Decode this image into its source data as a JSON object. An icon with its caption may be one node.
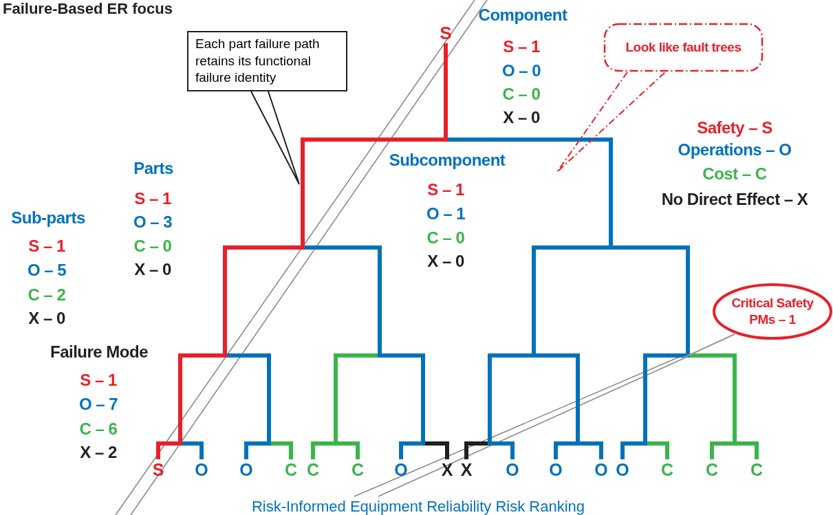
{
  "diagram": {
    "title": "Failure-Based ER focus",
    "caption": "Risk-Informed Equipment Reliability Risk Ranking",
    "nodes": [
      {
        "text": [
          "S"
        ]
      },
      {
        "text": [
          "Each part failure path retains its functional failure identity"
        ]
      },
      {
        "text": [
          "Look like fault trees"
        ]
      },
      {
        "text": [
          "Critical Safety PMs – 1"
        ]
      },
      {
        "text": [
          "S"
        ]
      },
      {
        "text": [
          "O"
        ]
      },
      {
        "text": [
          "O"
        ]
      },
      {
        "text": [
          "C"
        ]
      },
      {
        "text": [
          "C"
        ]
      },
      {
        "text": [
          "C"
        ]
      },
      {
        "text": [
          "O"
        ]
      },
      {
        "text": [
          "X"
        ]
      },
      {
        "text": [
          "X"
        ]
      },
      {
        "text": [
          "O"
        ]
      },
      {
        "text": [
          "O"
        ]
      },
      {
        "text": [
          "O"
        ]
      },
      {
        "text": [
          "O"
        ]
      },
      {
        "text": [
          "C"
        ]
      },
      {
        "text": [
          "C"
        ]
      },
      {
        "text": [
          "C"
        ]
      }
    ],
    "edges": [
      {
        "from": 0,
        "to": 4,
        "arrow": "none",
        "color": "#e8202a"
      },
      {
        "from": 0,
        "to": 5,
        "arrow": "none"
      },
      {
        "from": 0,
        "to": 6,
        "arrow": "none"
      },
      {
        "from": 0,
        "to": 7,
        "arrow": "none",
        "color": "#3ab54a"
      },
      {
        "from": 0,
        "to": 8,
        "arrow": "none",
        "color": "#3ab54a"
      },
      {
        "from": 0,
        "to": 9,
        "arrow": "none",
        "color": "#3ab54a"
      },
      {
        "from": 0,
        "to": 10,
        "arrow": "none"
      },
      {
        "from": 0,
        "to": 11,
        "arrow": "none",
        "color": "#231f20"
      },
      {
        "from": 0,
        "to": 12,
        "arrow": "none",
        "color": "#231f20"
      },
      {
        "from": 0,
        "to": 13,
        "arrow": "none"
      },
      {
        "from": 0,
        "to": 14,
        "arrow": "none"
      },
      {
        "from": 0,
        "to": 15,
        "arrow": "none"
      },
      {
        "from": 0,
        "to": 16,
        "arrow": "none"
      },
      {
        "from": 0,
        "to": 17,
        "arrow": "none",
        "color": "#3ab54a"
      },
      {
        "from": 0,
        "to": 18,
        "arrow": "none",
        "color": "#3ab54a"
      },
      {
        "from": 0,
        "to": 19,
        "arrow": "none",
        "color": "#3ab54a"
      },
      {
        "from": 1,
        "to": null,
        "arrow": "none",
        "color": "#231f20"
      },
      {
        "from": 2,
        "to": null,
        "arrow": "none",
        "style": "dashed",
        "color": "#e8202a"
      },
      {
        "from": 3,
        "to": null,
        "arrow": "none",
        "color": "#999999"
      }
    ],
    "labels": [
      "Component",
      "S – 1",
      "O – 0",
      "C – 0",
      "X – 0",
      "Safety – S",
      "Operations – O",
      "Cost – C",
      "No Direct Effect – X",
      "Subcomponent",
      "S – 1",
      "O – 1",
      "C – 0",
      "X – 0",
      "Parts",
      "S – 1",
      "O – 3",
      "C – 0",
      "X – 0",
      "Sub-parts",
      "S – 1",
      "O – 5",
      "C – 2",
      "X – 0",
      "Failure Mode",
      "S – 1",
      "O – 7",
      "C – 6",
      "X – 2"
    ]
  }
}
